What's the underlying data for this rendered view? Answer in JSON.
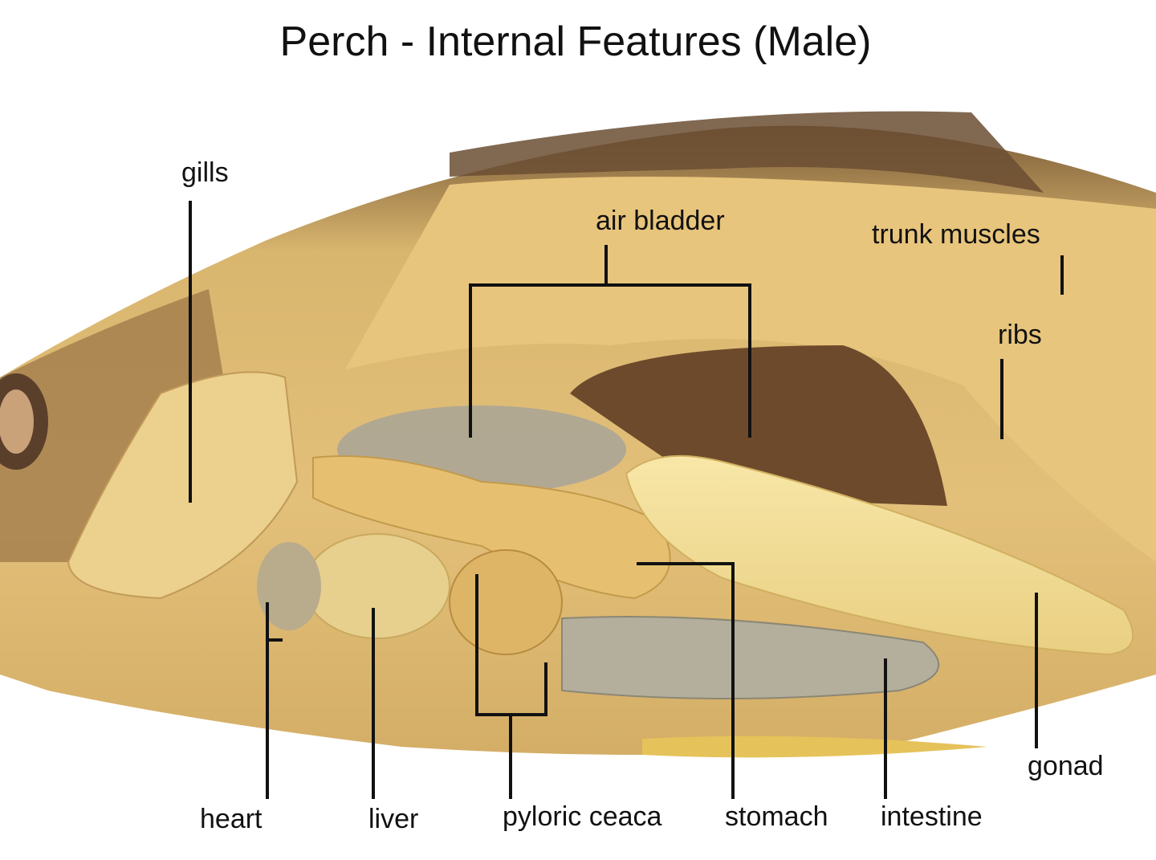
{
  "title": "Perch - Internal Features (Male)",
  "labels": {
    "gills": "gills",
    "air_bladder": "air bladder",
    "trunk_muscles": "trunk muscles",
    "ribs": "ribs",
    "heart": "heart",
    "liver": "liver",
    "pyloric_ceaca": "pyloric ceaca",
    "stomach": "stomach",
    "intestine": "intestine",
    "gonad": "gonad"
  }
}
